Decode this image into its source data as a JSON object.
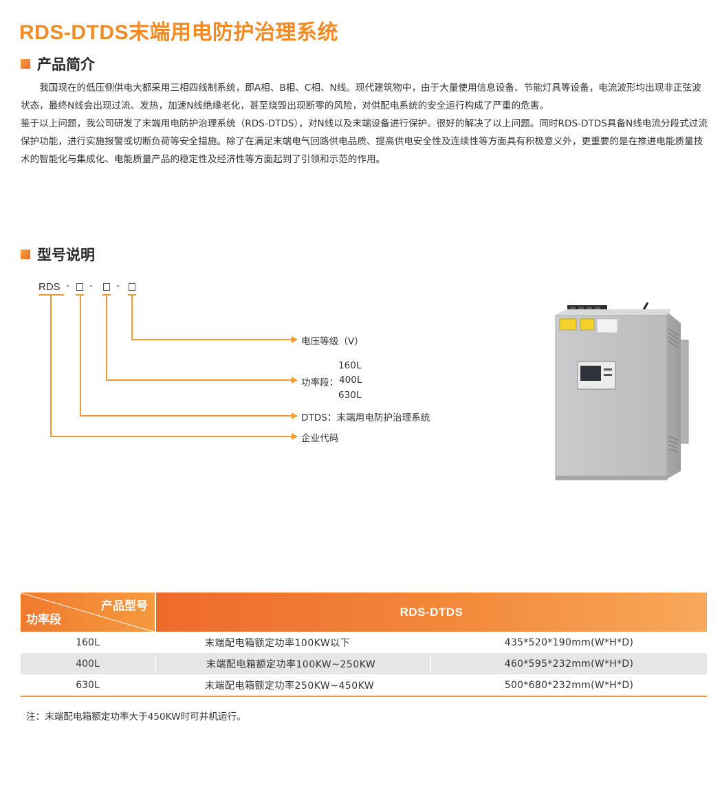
{
  "title": "RDS-DTDS末端用电防护治理系统",
  "sections": {
    "intro": "产品简介",
    "model": "型号说明"
  },
  "intro": {
    "p1": "我国现在的低压侧供电大都采用三相四线制系统，即A相、B相、C相、N线。现代建筑物中，由于大量使用信息设备、节能灯具等设备，电流波形均出现非正弦波状态，最终N线会出现过流、发热，加速N线绝缘老化，甚至烧毁出现断零的风险，对供配电系统的安全运行构成了严重的危害。",
    "p2": "鉴于以上问题，我公司研发了末端用电防护治理系统（RDS-DTDS），对N线以及末端设备进行保护。很好的解决了以上问题。同时RDS-DTDS具备N线电流分段式过流保护功能，进行实施报警或切断负荷等安全措施。除了在满足末端电气回路供电品质、提高供电安全性及连续性等方面具有积极意义外，更重要的是在推进电能质量技术的智能化与集成化、电能质量产品的稳定性及经济性等方面起到了引领和示范的作用。"
  },
  "model_code": {
    "prefix": "RDS",
    "dash": "-",
    "labels": {
      "voltage": "电压等级（V）",
      "power_prefix": "功率段：",
      "power_options": [
        "160L",
        "400L",
        "630L"
      ],
      "series": "DTDS：末端用电防护治理系统",
      "company": "企业代码"
    }
  },
  "table": {
    "corner_top": "产品型号",
    "corner_bottom": "功率段",
    "model_header": "RDS-DTDS",
    "rows": [
      {
        "power": "160L",
        "rating": "末端配电箱额定功率100KW以下",
        "size": "435*520*190mm(W*H*D)"
      },
      {
        "power": "400L",
        "rating": "末端配电箱额定功率100KW~250KW",
        "size": "460*595*232mm(W*H*D)"
      },
      {
        "power": "630L",
        "rating": "末端配电箱额定功率250KW~450KW",
        "size": "500*680*232mm(W*H*D)"
      }
    ]
  },
  "note": "注：末端配电箱额定功率大于450KW时可并机运行。",
  "colors": {
    "accent": "#f08a24",
    "line": "#f39a2f",
    "header_gradient_start": "#ee6a2c",
    "header_gradient_end": "#f9a85a",
    "row_alt": "#e6e6e6"
  }
}
